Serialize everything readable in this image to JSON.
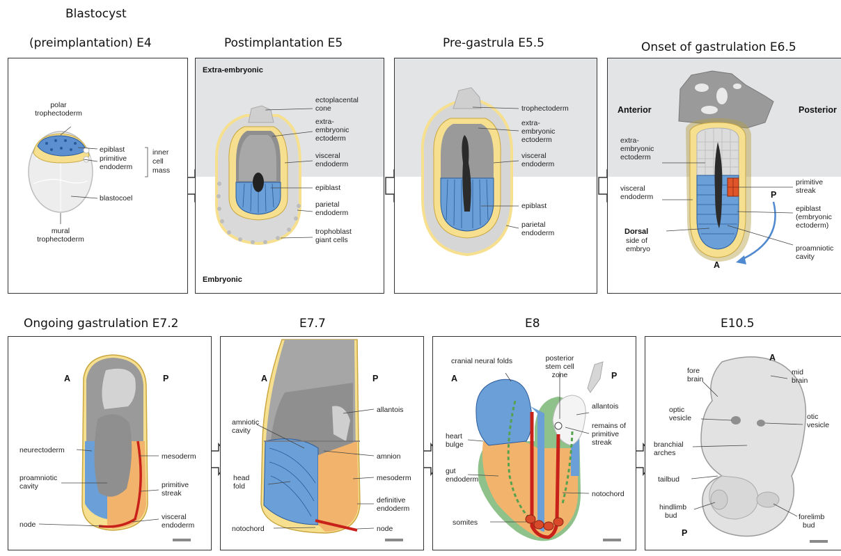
{
  "stages": [
    {
      "title_line1": "Blastocyst",
      "title_line2": "(preimplantation) E4"
    },
    {
      "title": "Postimplantation E5"
    },
    {
      "title": "Pre-gastrula E5.5"
    },
    {
      "title": "Onset of gastrulation E6.5"
    },
    {
      "title": "Ongoing gastrulation E7.2"
    },
    {
      "title": "E7.7"
    },
    {
      "title": "E8"
    },
    {
      "title": "E10.5"
    }
  ],
  "p1": {
    "polar": [
      "polar",
      "trophectoderm"
    ],
    "epiblast": "epiblast",
    "primitive_endoderm": [
      "primitive",
      "endoderm"
    ],
    "inner_cell_mass": [
      "inner",
      "cell",
      "mass"
    ],
    "blastocoel": "blastocoel",
    "mural": [
      "mural",
      "trophectoderm"
    ]
  },
  "p2": {
    "extra_embryonic": "Extra-embryonic",
    "embryonic": "Embryonic",
    "ectoplacental": [
      "ectoplacental",
      "cone"
    ],
    "exe_ecto": [
      "extra-",
      "embryonic",
      "ectoderm"
    ],
    "visceral": [
      "visceral",
      "endoderm"
    ],
    "epiblast": "epiblast",
    "parietal": [
      "parietal",
      "endoderm"
    ],
    "trophoblast": [
      "trophoblast",
      "giant cells"
    ]
  },
  "p3": {
    "trophectoderm": "trophectoderm",
    "exe_ecto": [
      "extra-",
      "embryonic",
      "ectoderm"
    ],
    "visceral": [
      "visceral",
      "endoderm"
    ],
    "epiblast": "epiblast",
    "parietal": [
      "parietal",
      "endoderm"
    ]
  },
  "p4": {
    "anterior": "Anterior",
    "posterior": "Posterior",
    "exe_ecto": [
      "extra-",
      "embryonic",
      "ectoderm"
    ],
    "visceral": [
      "visceral",
      "endoderm"
    ],
    "dorsal": "Dorsal",
    "dorsal_sub": [
      "side of",
      "embryo"
    ],
    "primitive_streak": [
      "primitive",
      "streak"
    ],
    "epiblast": [
      "epiblast",
      "(embryonic",
      "ectoderm)"
    ],
    "proamniotic": [
      "proamniotic",
      "cavity"
    ],
    "p": "P",
    "a": "A"
  },
  "p5": {
    "a": "A",
    "p": "P",
    "neurectoderm": "neurectoderm",
    "mesoderm": "mesoderm",
    "proamniotic": [
      "proamniotic",
      "cavity"
    ],
    "primitive_streak": [
      "primitive",
      "streak"
    ],
    "node": "node",
    "visceral": [
      "visceral",
      "endoderm"
    ]
  },
  "p6": {
    "a": "A",
    "p": "P",
    "allantois": "allantois",
    "amniotic": [
      "amniotic",
      "cavity"
    ],
    "amnion": "amnion",
    "head_fold": [
      "head",
      "fold"
    ],
    "mesoderm": "mesoderm",
    "definitive": [
      "definitive",
      "endoderm"
    ],
    "notochord": "notochord",
    "node": "node"
  },
  "p7": {
    "a": "A",
    "p": "P",
    "cranial": "cranial neural folds",
    "posterior_stem": [
      "posterior",
      "stem cell",
      "zone"
    ],
    "allantois": "allantois",
    "remains": [
      "remains of",
      "primitive",
      "streak"
    ],
    "heart": [
      "heart",
      "bulge"
    ],
    "gut": [
      "gut",
      "endoderm"
    ],
    "notochord": "notochord",
    "somites": "somites"
  },
  "p8": {
    "a": "A",
    "p": "P",
    "fore": [
      "fore",
      "brain"
    ],
    "mid": [
      "mid",
      "brain"
    ],
    "optic": [
      "optic",
      "vesicle"
    ],
    "otic": [
      "otic",
      "vesicle"
    ],
    "branchial": [
      "branchial",
      "arches"
    ],
    "tailbud": "tailbud",
    "hindlimb": [
      "hindlimb",
      "bud"
    ],
    "forelimb": [
      "forelimb",
      "bud"
    ]
  },
  "colors": {
    "gray_bg": "#e3e4e6",
    "yellow": "#f6e08f",
    "blue": "#6a9fd8",
    "orange": "#f2b36d",
    "red": "#c8211a",
    "dark": "#333333",
    "gray": "#9c9c9c",
    "green": "#8fc18a"
  }
}
